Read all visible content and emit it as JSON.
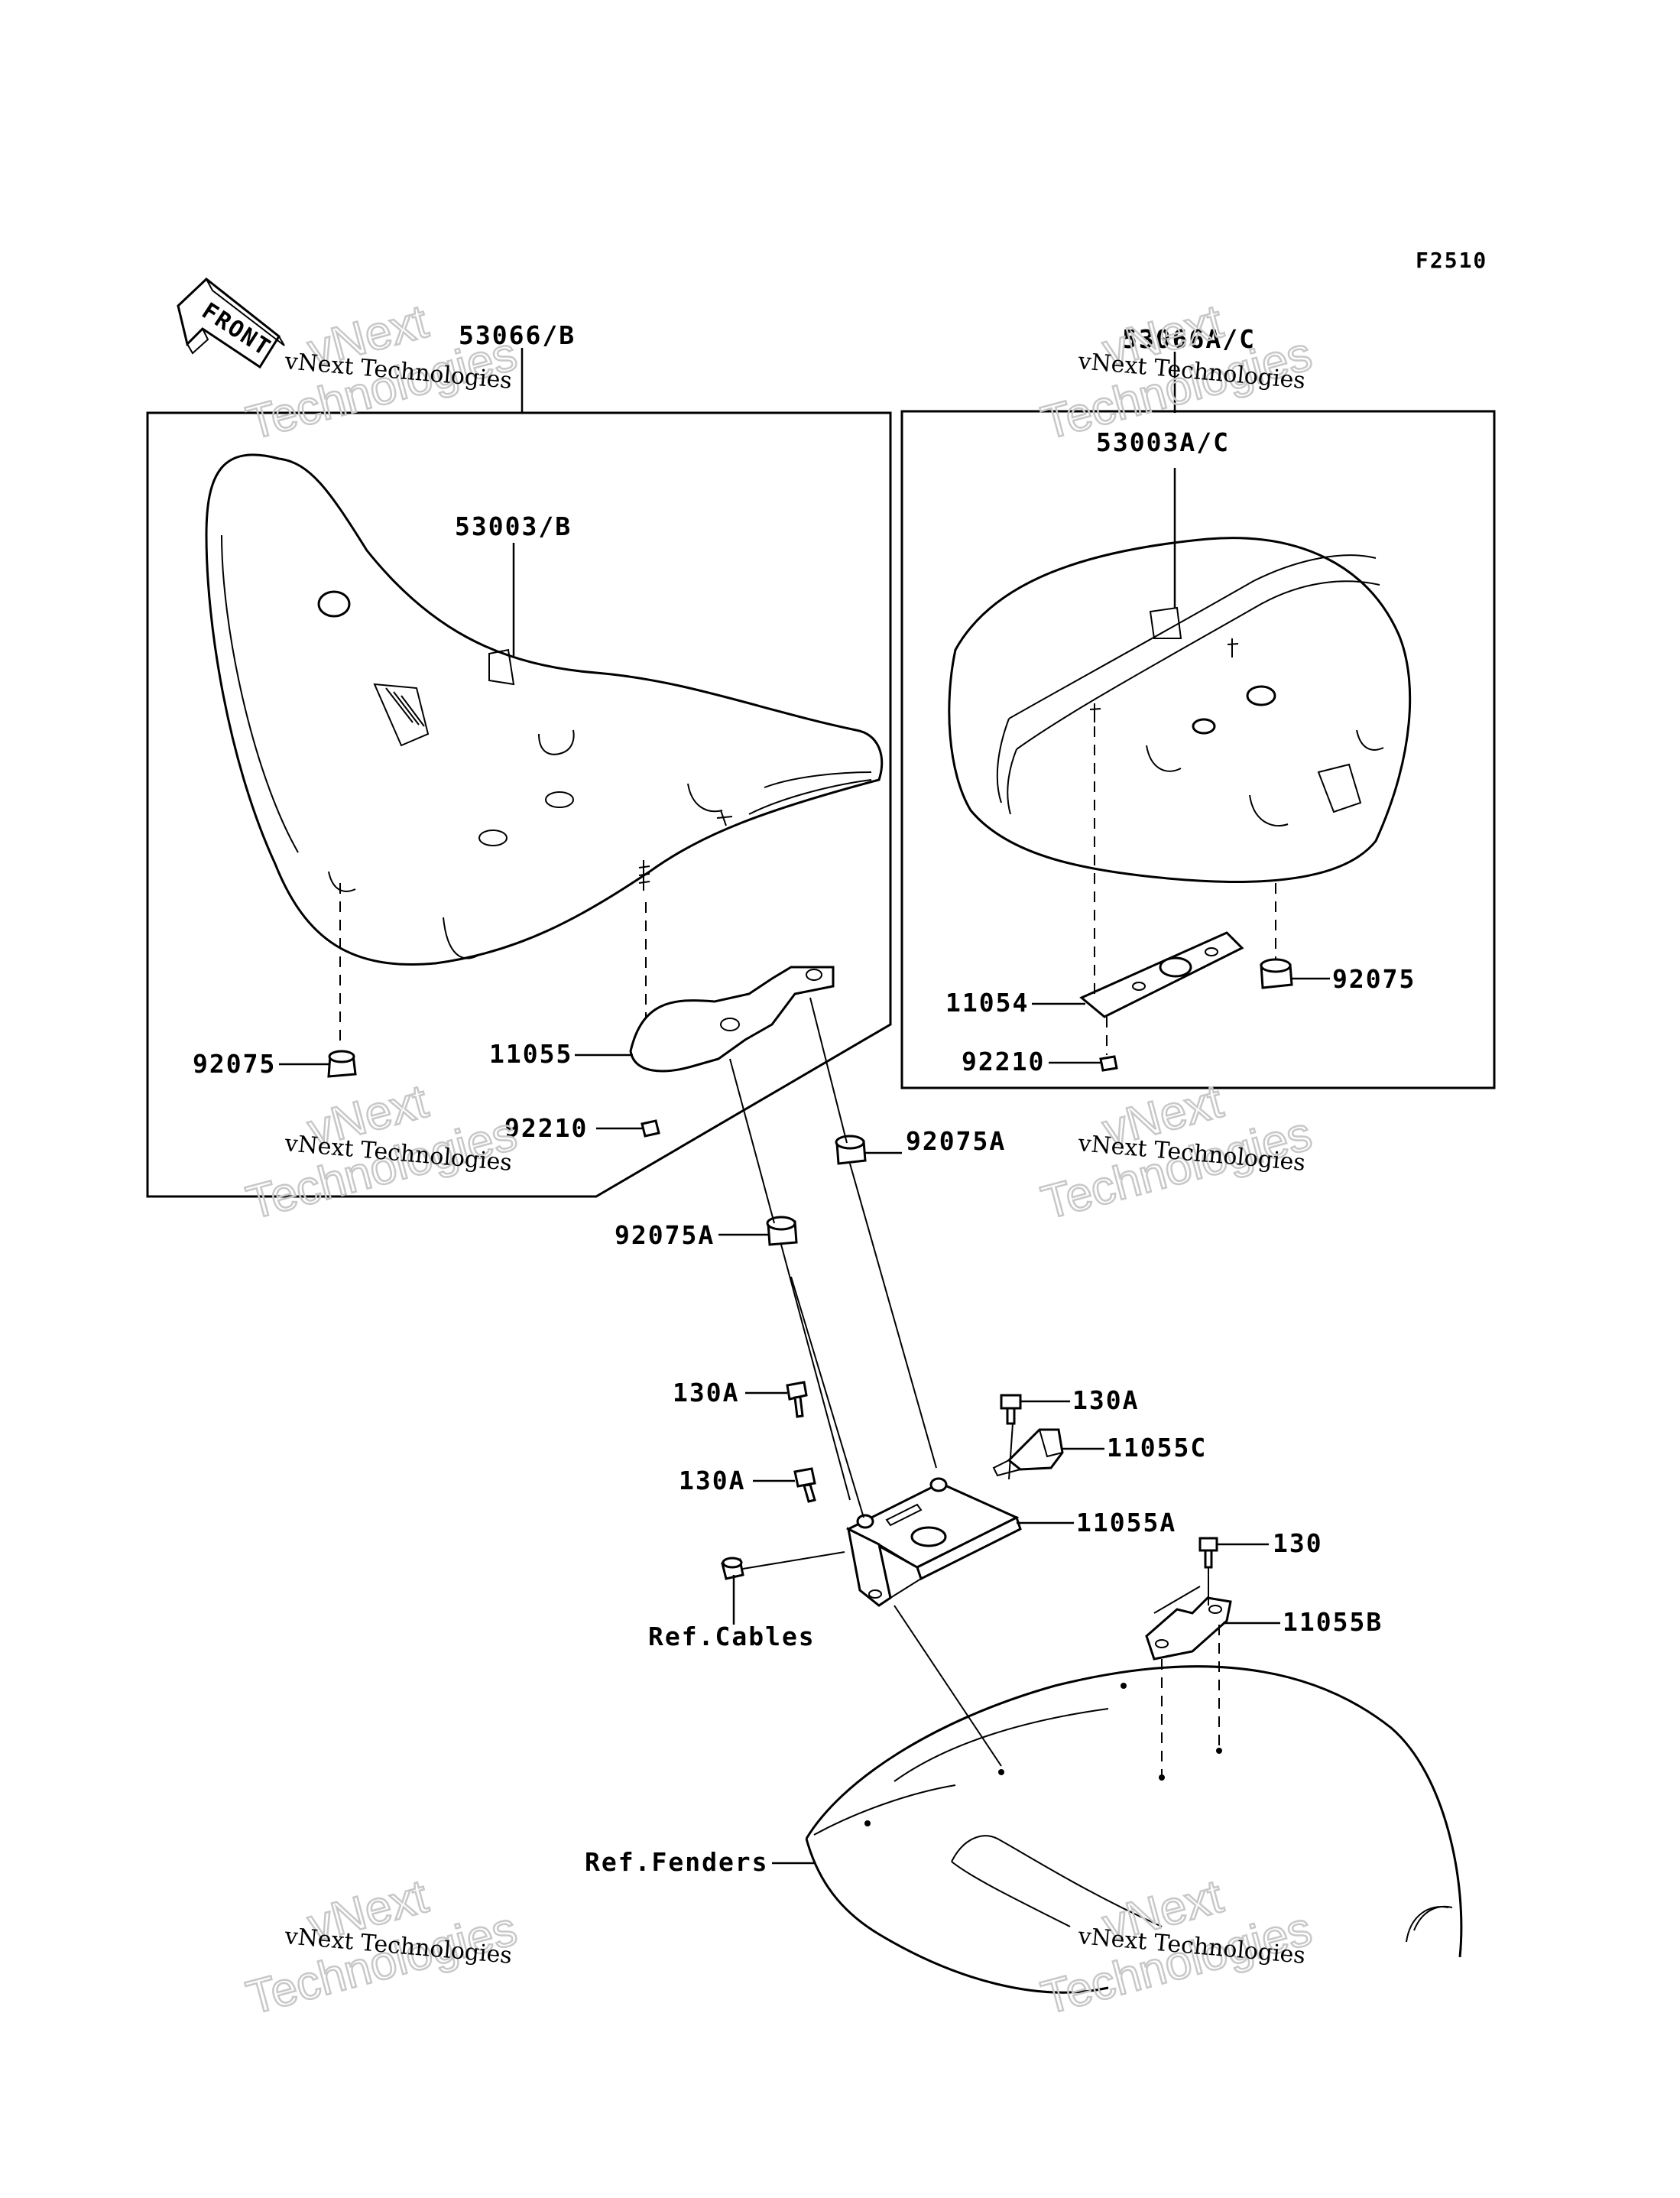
{
  "figure_code": "F2510",
  "front_label": "FRONT",
  "watermark": {
    "line1": "vNext Technologies",
    "line2": "vNext",
    "line3": "Technologies"
  },
  "labels": {
    "front_seat_assy": "53066/B",
    "front_seat_cover": "53003/B",
    "rear_seat_assy": "53066A/C",
    "rear_seat_cover": "53003A/C",
    "front_damper": "92075",
    "front_bracket": "11055",
    "front_nut": "92210",
    "damper_a_right": "92075A",
    "damper_a_left": "92075A",
    "rear_bracket": "11054",
    "rear_damper": "92075",
    "rear_nut": "92210",
    "bolt_130a_left": "130A",
    "bolt_130a_right": "130A",
    "bracket_11055c": "11055C",
    "bolt_130a_mid": "130A",
    "bracket_11055a": "11055A",
    "bolt_130": "130",
    "bracket_11055b": "11055B",
    "ref_cables": "Ref.Cables",
    "ref_fenders": "Ref.Fenders"
  }
}
